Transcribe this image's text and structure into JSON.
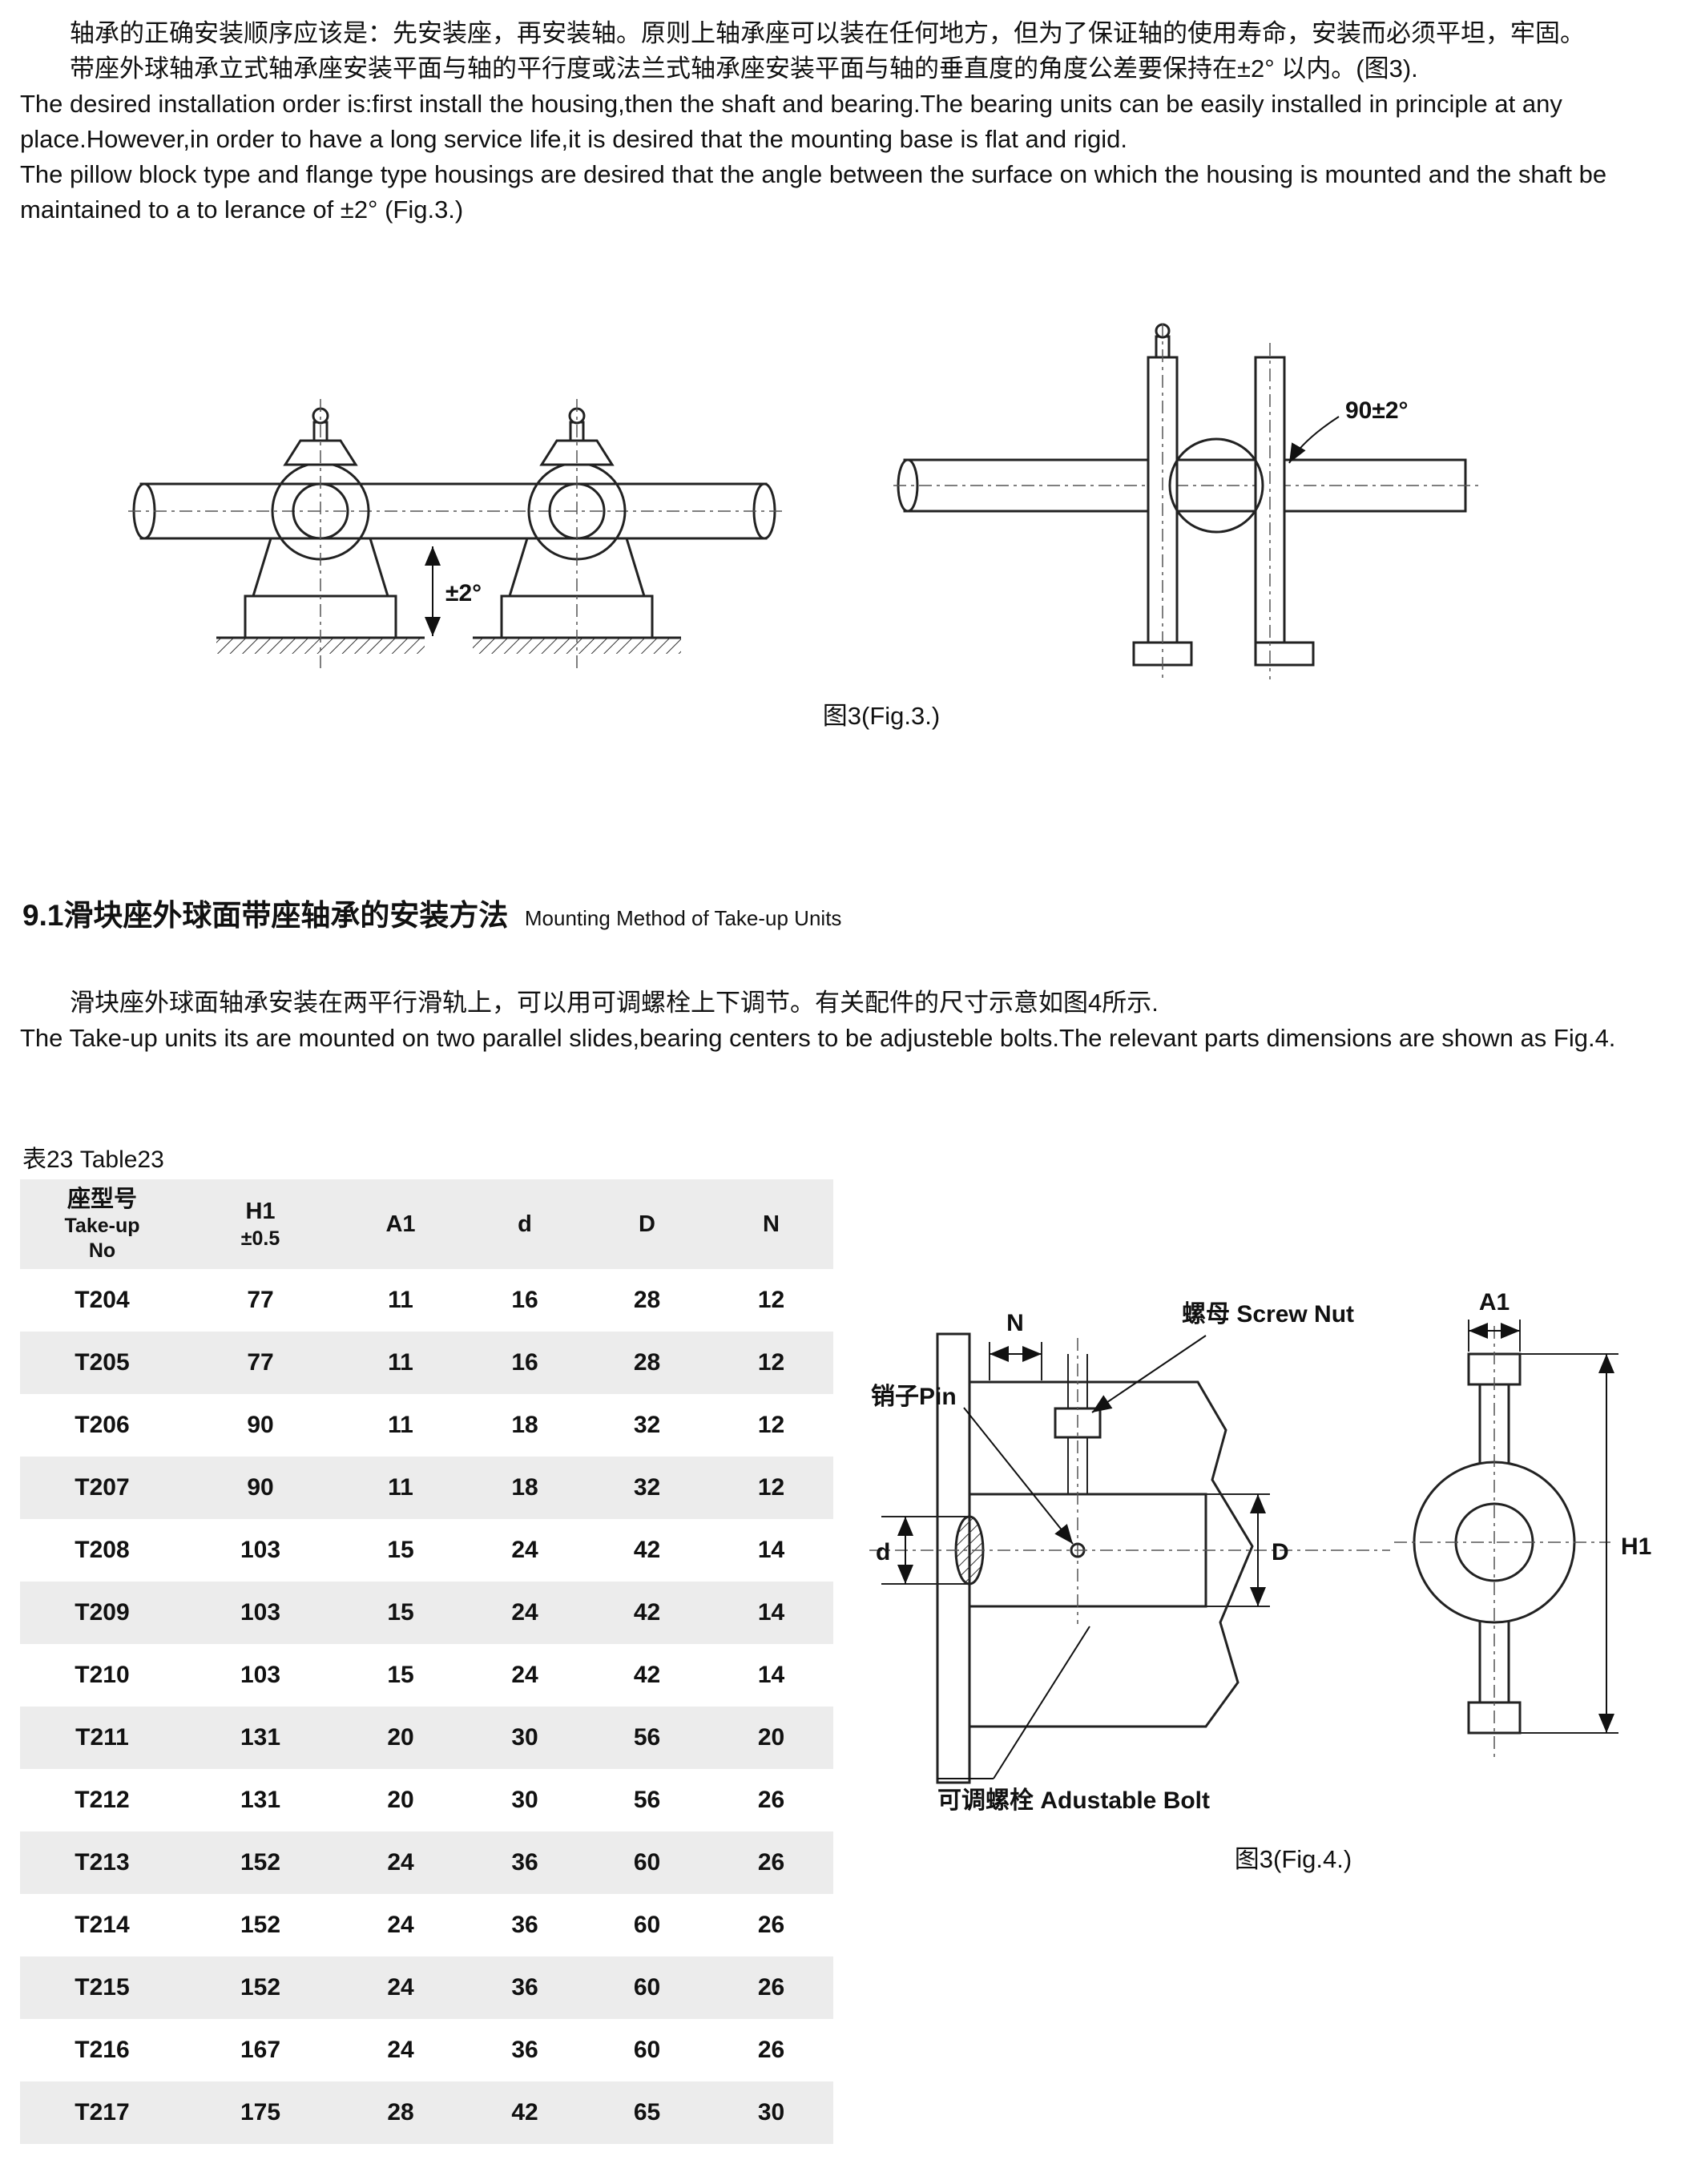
{
  "intro": {
    "zh1": "轴承的正确安装顺序应该是：先安装座，再安装轴。原则上轴承座可以装在任何地方，但为了保证轴的使用寿命，安装而必须平坦，牢固。",
    "zh2": "带座外球轴承立式轴承座安装平面与轴的平行度或法兰式轴承座安装平面与轴的垂直度的角度公差要保持在±2° 以内。(图3).",
    "en1": "The desired installation order is:first install the housing,then the shaft and bearing.The bearing units can be easily installed in principle at any place.However,in order to have a long service life,it is desired that the mounting base is flat and rigid.",
    "en2": "The pillow block type and flange type housings are desired that the angle between the surface on which the housing is mounted and the shaft be maintained to a to lerance of ±2°  (Fig.3.)"
  },
  "fig3": {
    "caption": "图3(Fig.3.)",
    "label_pm2": "±2°",
    "label_90pm2": "90±2°"
  },
  "section91": {
    "title_zh": "9.1滑块座外球面带座轴承的安装方法",
    "title_en": "Mounting Method of Take-up Units",
    "body_zh": "滑块座外球面轴承安装在两平行滑轨上，可以用可调螺栓上下调节。有关配件的尺寸示意如图4所示.",
    "body_en": "The Take-up units its are mounted on two parallel slides,bearing centers to be adjusteble bolts.The relevant parts dimensions are shown as Fig.4."
  },
  "table": {
    "label": "表23 Table23",
    "header": {
      "c0": [
        "座型号",
        "Take-up",
        "No"
      ],
      "c1": [
        "H1",
        "±0.5"
      ],
      "c2": [
        "A1"
      ],
      "c3": [
        "d"
      ],
      "c4": [
        "D"
      ],
      "c5": [
        "N"
      ]
    },
    "rows": [
      [
        "T204",
        "77",
        "11",
        "16",
        "28",
        "12"
      ],
      [
        "T205",
        "77",
        "11",
        "16",
        "28",
        "12"
      ],
      [
        "T206",
        "90",
        "11",
        "18",
        "32",
        "12"
      ],
      [
        "T207",
        "90",
        "11",
        "18",
        "32",
        "12"
      ],
      [
        "T208",
        "103",
        "15",
        "24",
        "42",
        "14"
      ],
      [
        "T209",
        "103",
        "15",
        "24",
        "42",
        "14"
      ],
      [
        "T210",
        "103",
        "15",
        "24",
        "42",
        "14"
      ],
      [
        "T211",
        "131",
        "20",
        "30",
        "56",
        "20"
      ],
      [
        "T212",
        "131",
        "20",
        "30",
        "56",
        "26"
      ],
      [
        "T213",
        "152",
        "24",
        "36",
        "60",
        "26"
      ],
      [
        "T214",
        "152",
        "24",
        "36",
        "60",
        "26"
      ],
      [
        "T215",
        "152",
        "24",
        "36",
        "60",
        "26"
      ],
      [
        "T216",
        "167",
        "24",
        "36",
        "60",
        "26"
      ],
      [
        "T217",
        "175",
        "28",
        "42",
        "65",
        "30"
      ]
    ]
  },
  "fig4": {
    "caption": "图3(Fig.4.)",
    "labels": {
      "screw_nut": "螺母 Screw Nut",
      "pin": "销子Pin",
      "adjustable_bolt": "可调螺栓 Adustable Bolt",
      "n": "N",
      "a1": "A1",
      "d_small": "d",
      "d_big": "D",
      "h1": "H1"
    }
  },
  "colors": {
    "stripe": "#ececec",
    "text": "#111111",
    "line": "#222222"
  }
}
